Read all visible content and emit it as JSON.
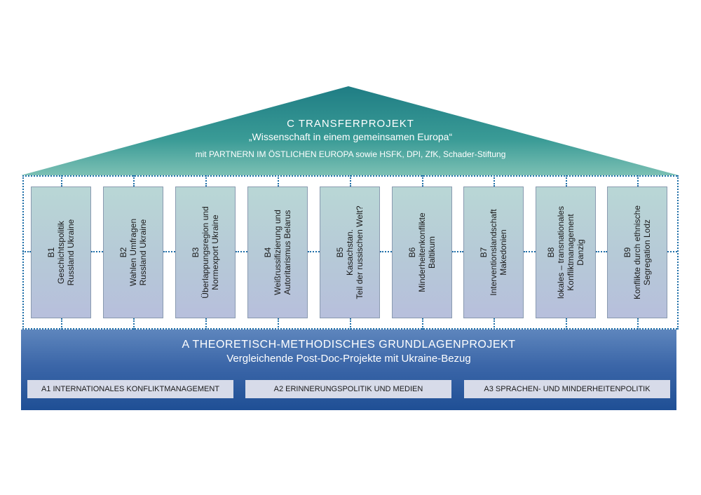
{
  "roof": {
    "title": "C  TRANSFERPROJEKT",
    "subtitle": "„Wissenschaft in einem gemeinsamen Europa“",
    "partners": "mit PARTNERN IM ÖSTLICHEN EUROPA sowie HSFK, DPI, ZfK, Schader-Stiftung",
    "color": "#2b8d8c"
  },
  "pillars": [
    {
      "code": "B1",
      "lines": [
        "Geschichtspolitik",
        "Russland Ukraine"
      ]
    },
    {
      "code": "B2",
      "lines": [
        "Wahlen Umfragen",
        "Russland Ukraine"
      ]
    },
    {
      "code": "B3",
      "lines": [
        "Überlappungsregion und",
        "Normexport Ukraine"
      ]
    },
    {
      "code": "B4",
      "lines": [
        "Weißrussifizierung und",
        "Autoritarismus Belarus"
      ]
    },
    {
      "code": "B5",
      "lines": [
        "Kasachstan.",
        "Teil der russischen Welt?"
      ]
    },
    {
      "code": "B6",
      "lines": [
        "Minderheitenkonflikte",
        "Baltikum"
      ]
    },
    {
      "code": "B7",
      "lines": [
        "Interventionslandschaft",
        "Makedonien"
      ]
    },
    {
      "code": "B8",
      "lines": [
        "lokales – transnationales",
        "Konfliktmanagement",
        "Danzig"
      ]
    },
    {
      "code": "B9",
      "lines": [
        "Konflikte durch ethnische",
        "Segregation Lodz"
      ]
    }
  ],
  "foundation": {
    "title": "A  THEORETISCH-METHODISCHES GRUNDLAGENPROJEKT",
    "subtitle": "Vergleichende Post-Doc-Projekte mit Ukraine-Bezug",
    "color": "#2a5599",
    "subprojects": [
      "A1  INTERNATIONALES KONFLIKTMANAGEMENT",
      "A2  ERINNERUNGSPOLITIK UND MEDIEN",
      "A3  SPRACHEN- UND MINDERHEITENPOLITIK"
    ]
  }
}
